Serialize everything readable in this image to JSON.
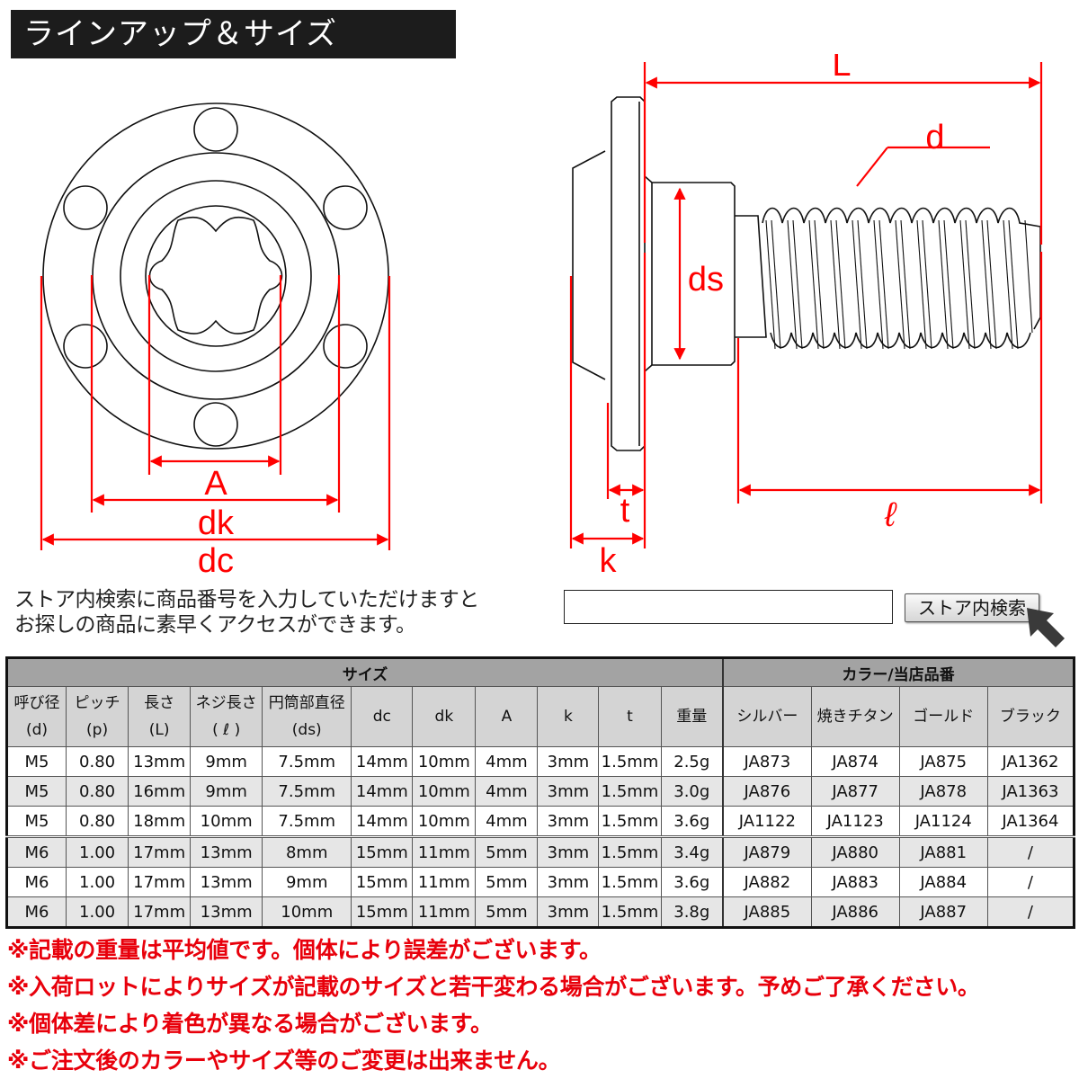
{
  "header": {
    "title": "ラインアップ＆サイズ"
  },
  "diagram": {
    "front_view_labels": {
      "A": "A",
      "dk": "dk",
      "dc": "dc"
    },
    "side_view_labels": {
      "L": "L",
      "d": "d",
      "ds": "ds",
      "t": "t",
      "k": "k",
      "l": "ℓ"
    },
    "colors": {
      "dimension_line": "#ff0000",
      "outline": "#111111"
    }
  },
  "search": {
    "note_line1": "ストア内検索に商品番号を入力していただけますと",
    "note_line2": "お探しの商品に素早くアクセスができます。",
    "input_value": "",
    "input_placeholder": "",
    "button_label": "ストア内検索"
  },
  "table": {
    "group_headers": {
      "size": "サイズ",
      "color": "カラー/当店品番"
    },
    "columns": [
      {
        "line1": "呼び径",
        "line2": "(d)"
      },
      {
        "line1": "ピッチ",
        "line2": "(p)"
      },
      {
        "line1": "長さ",
        "line2": "(L)"
      },
      {
        "line1": "ネジ長さ",
        "line2": "( ℓ )"
      },
      {
        "line1": "円筒部直径",
        "line2": "(ds)"
      },
      {
        "line1": "dc",
        "line2": ""
      },
      {
        "line1": "dk",
        "line2": ""
      },
      {
        "line1": "A",
        "line2": ""
      },
      {
        "line1": "k",
        "line2": ""
      },
      {
        "line1": "t",
        "line2": ""
      },
      {
        "line1": "重量",
        "line2": ""
      },
      {
        "line1": "シルバー",
        "line2": ""
      },
      {
        "line1": "焼きチタン",
        "line2": ""
      },
      {
        "line1": "ゴールド",
        "line2": ""
      },
      {
        "line1": "ブラック",
        "line2": ""
      }
    ],
    "rows": [
      [
        "M5",
        "0.80",
        "13mm",
        "9mm",
        "7.5mm",
        "14mm",
        "10mm",
        "4mm",
        "3mm",
        "1.5mm",
        "2.5g",
        "JA873",
        "JA874",
        "JA875",
        "JA1362"
      ],
      [
        "M5",
        "0.80",
        "16mm",
        "9mm",
        "7.5mm",
        "14mm",
        "10mm",
        "4mm",
        "3mm",
        "1.5mm",
        "3.0g",
        "JA876",
        "JA877",
        "JA878",
        "JA1363"
      ],
      [
        "M5",
        "0.80",
        "18mm",
        "10mm",
        "7.5mm",
        "14mm",
        "10mm",
        "4mm",
        "3mm",
        "1.5mm",
        "3.6g",
        "JA1122",
        "JA1123",
        "JA1124",
        "JA1364"
      ],
      [
        "M6",
        "1.00",
        "17mm",
        "13mm",
        "8mm",
        "15mm",
        "11mm",
        "5mm",
        "3mm",
        "1.5mm",
        "3.4g",
        "JA879",
        "JA880",
        "JA881",
        "/"
      ],
      [
        "M6",
        "1.00",
        "17mm",
        "13mm",
        "9mm",
        "15mm",
        "11mm",
        "5mm",
        "3mm",
        "1.5mm",
        "3.6g",
        "JA882",
        "JA883",
        "JA884",
        "/"
      ],
      [
        "M6",
        "1.00",
        "17mm",
        "13mm",
        "10mm",
        "15mm",
        "11mm",
        "5mm",
        "3mm",
        "1.5mm",
        "3.8g",
        "JA885",
        "JA886",
        "JA887",
        "/"
      ]
    ]
  },
  "notes": [
    "※記載の重量は平均値です。個体により誤差がございます。",
    "※入荷ロットによりサイズが記載のサイズと若干変わる場合がございます。予めご了承ください。",
    "※個体差により着色が異なる場合がございます。",
    "※ご注文後のカラーやサイズ等のご変更は出来ません。"
  ]
}
